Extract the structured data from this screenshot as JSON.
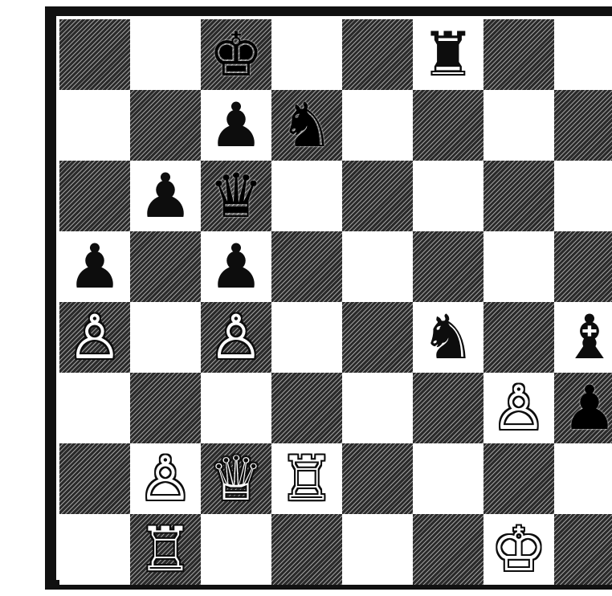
{
  "board": {
    "light_square_color": "#ffffff",
    "dark_square_color": "#2a2a2a",
    "piece_colors": {
      "white": "#ffffff",
      "black": "#0d0d0d"
    },
    "pieces": [
      {
        "square": "c8",
        "piece": "king",
        "color": "black",
        "glyph": "♚"
      },
      {
        "square": "f8",
        "piece": "rook",
        "color": "black",
        "glyph": "♜"
      },
      {
        "square": "c7",
        "piece": "pawn",
        "color": "black",
        "glyph": "♟"
      },
      {
        "square": "d7",
        "piece": "knight",
        "color": "black",
        "glyph": "♞"
      },
      {
        "square": "b6",
        "piece": "pawn",
        "color": "black",
        "glyph": "♟"
      },
      {
        "square": "c6",
        "piece": "queen",
        "color": "black",
        "glyph": "♛"
      },
      {
        "square": "a5",
        "piece": "pawn",
        "color": "black",
        "glyph": "♟"
      },
      {
        "square": "c5",
        "piece": "pawn",
        "color": "black",
        "glyph": "♟"
      },
      {
        "square": "a4",
        "piece": "pawn",
        "color": "white",
        "glyph": "♙"
      },
      {
        "square": "c4",
        "piece": "pawn",
        "color": "white",
        "glyph": "♙"
      },
      {
        "square": "f4",
        "piece": "knight",
        "color": "black",
        "glyph": "♞"
      },
      {
        "square": "h4",
        "piece": "bishop",
        "color": "black",
        "glyph": "♝"
      },
      {
        "square": "g3",
        "piece": "pawn",
        "color": "white",
        "glyph": "♙"
      },
      {
        "square": "h3",
        "piece": "pawn",
        "color": "black",
        "glyph": "♟"
      },
      {
        "square": "b2",
        "piece": "pawn",
        "color": "white",
        "glyph": "♙"
      },
      {
        "square": "c2",
        "piece": "queen",
        "color": "white",
        "glyph": "♕"
      },
      {
        "square": "d2",
        "piece": "rook",
        "color": "white",
        "glyph": "♖"
      },
      {
        "square": "b1",
        "piece": "rook",
        "color": "white",
        "glyph": "♖"
      },
      {
        "square": "g1",
        "piece": "king",
        "color": "white",
        "glyph": "♔"
      }
    ]
  }
}
